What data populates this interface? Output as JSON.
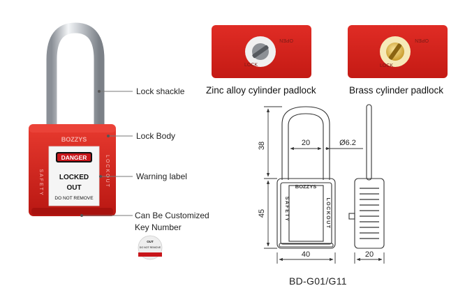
{
  "callouts": {
    "shackle": "Lock shackle",
    "body": "Lock Body",
    "warning": "Warning label",
    "custom_line1": "Can Be Customized",
    "custom_line2": "Key Number"
  },
  "label_text": {
    "brand": "BOZZYS",
    "danger": "DANGER",
    "locked": "LOCKED",
    "out": "OUT",
    "do_not_remove": "DO NOT REMOVE",
    "side_left": "SAFETY",
    "side_right": "LOCKOUT"
  },
  "tag_text": {
    "out": "OUT",
    "do_not_remove": "DO NOT REMOVE"
  },
  "variants": {
    "zinc": "Zinc alloy cylinder padlock",
    "brass": "Brass cylinder padlock",
    "cylinder_lock": "LOCK",
    "cylinder_open": "OPEN"
  },
  "dimensions": {
    "shackle_height": "38",
    "body_height": "45",
    "shackle_inner_width": "20",
    "shackle_diameter": "Ø6.2",
    "body_width": "40",
    "side_depth": "20"
  },
  "model": "BD-G01/G11",
  "colors": {
    "lock_red": "#d9231e",
    "danger_red": "#c8161b",
    "brass": "#e0bc4a"
  }
}
